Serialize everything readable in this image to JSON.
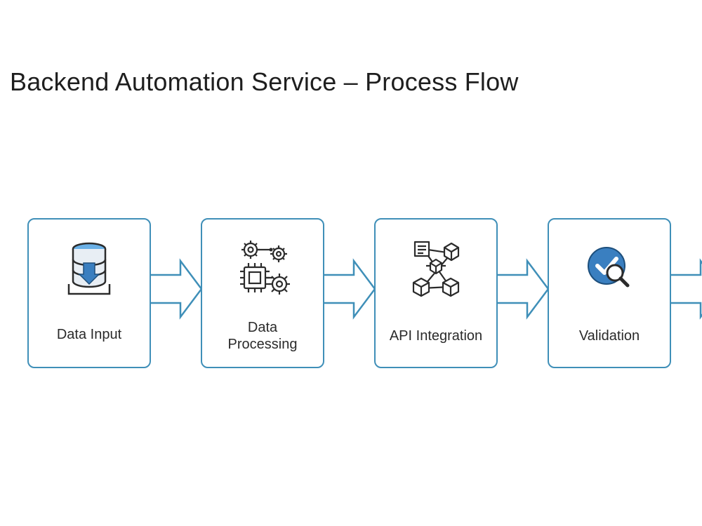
{
  "diagram": {
    "title": "Backend Automation Service – Process Flow",
    "steps": [
      {
        "label": "Data Input",
        "icon": "database-icon"
      },
      {
        "label_line1": "Data",
        "label_line2": "Processing",
        "icon": "gears-chip-icon"
      },
      {
        "label": "API Integration",
        "icon": "connected-cubes-icon"
      },
      {
        "label": "Validation",
        "icon": "magnifier-check-icon"
      }
    ],
    "colors": {
      "border": "#3f8fb8",
      "accent": "#3a7fc0",
      "text": "#2a2a2a"
    }
  }
}
